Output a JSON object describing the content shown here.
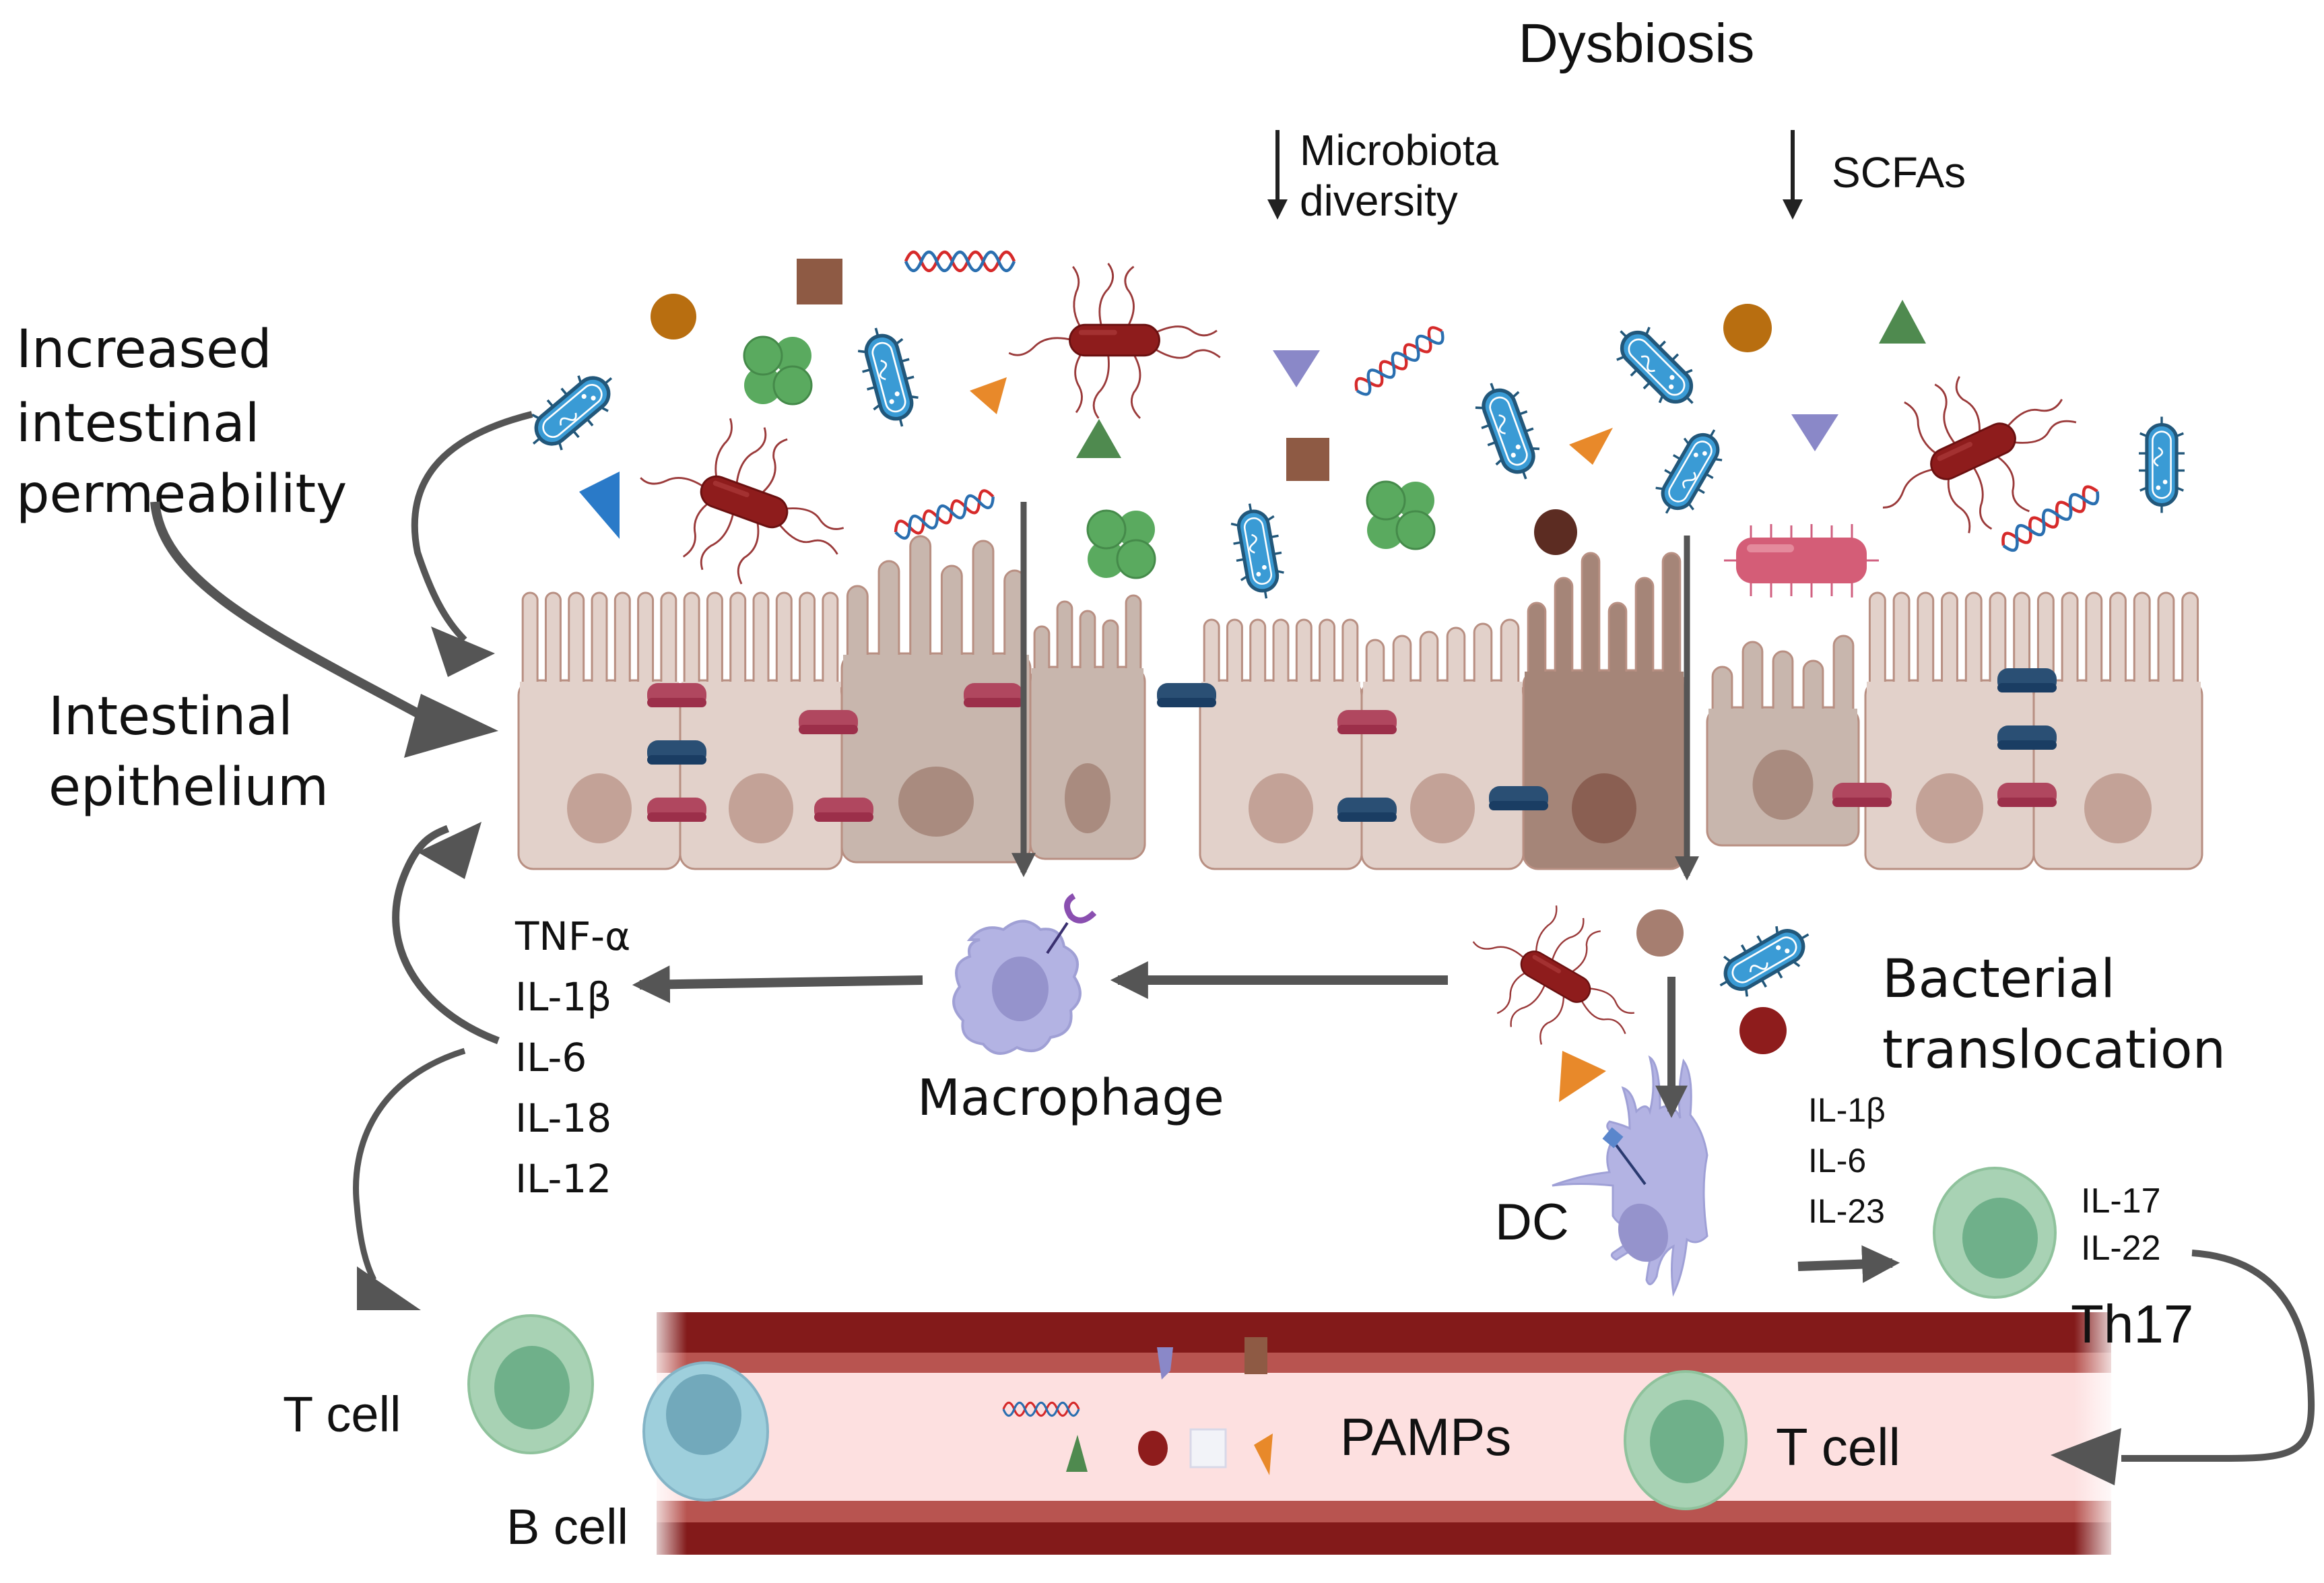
{
  "title": "Dysbiosis",
  "dysbiosis_effects": [
    {
      "direction": "decrease",
      "label_line1": "Microbiota",
      "label_line2": "diversity"
    },
    {
      "direction": "decrease",
      "label_line1": "SCFAs",
      "label_line2": ""
    }
  ],
  "left_labels": {
    "permeability": [
      "Increased",
      "intestinal",
      "permeability"
    ],
    "epithelium": [
      "Intestinal",
      "epithelium"
    ]
  },
  "macrophage": {
    "label": "Macrophage",
    "cytokines": [
      "TNF-α",
      "IL-1β",
      "IL-6",
      "IL-18",
      "IL-12"
    ]
  },
  "translocation": {
    "label": [
      "Bacterial",
      "translocation"
    ]
  },
  "dendritic_cell": {
    "label": "DC",
    "cytokines": [
      "IL-1β",
      "IL-6",
      "IL-23"
    ]
  },
  "th17": {
    "label": "Th17",
    "cytokines": [
      "IL-17",
      "IL-22"
    ]
  },
  "blood_vessel": {
    "pamps_label": "PAMPs",
    "cells": {
      "b_cell": "B cell",
      "t_cell_in_vessel": "T cell"
    }
  },
  "t_cell_left": "T cell",
  "colors": {
    "arrow": "#555555",
    "tight_junction_red": "#b0475f",
    "tight_junction_blue": "#2a4f74",
    "enterocyte": "#e2d1ca",
    "goblet_cell": "#a58578",
    "vessel_wall": "#831a1a",
    "vessel_inner_wall": "#b85450",
    "vessel_lumen": "#fde0e0",
    "t_cell_outer": "#a8d2b4",
    "t_cell_nucleus": "#6fb08a",
    "b_cell_outer": "#9ecfdc",
    "b_cell_nucleus": "#72a9bb",
    "macrophage": "#b3b3e3",
    "rod_bacteria": "#3a9bd5",
    "flagellated_bacteria": "#8e1c1c"
  }
}
